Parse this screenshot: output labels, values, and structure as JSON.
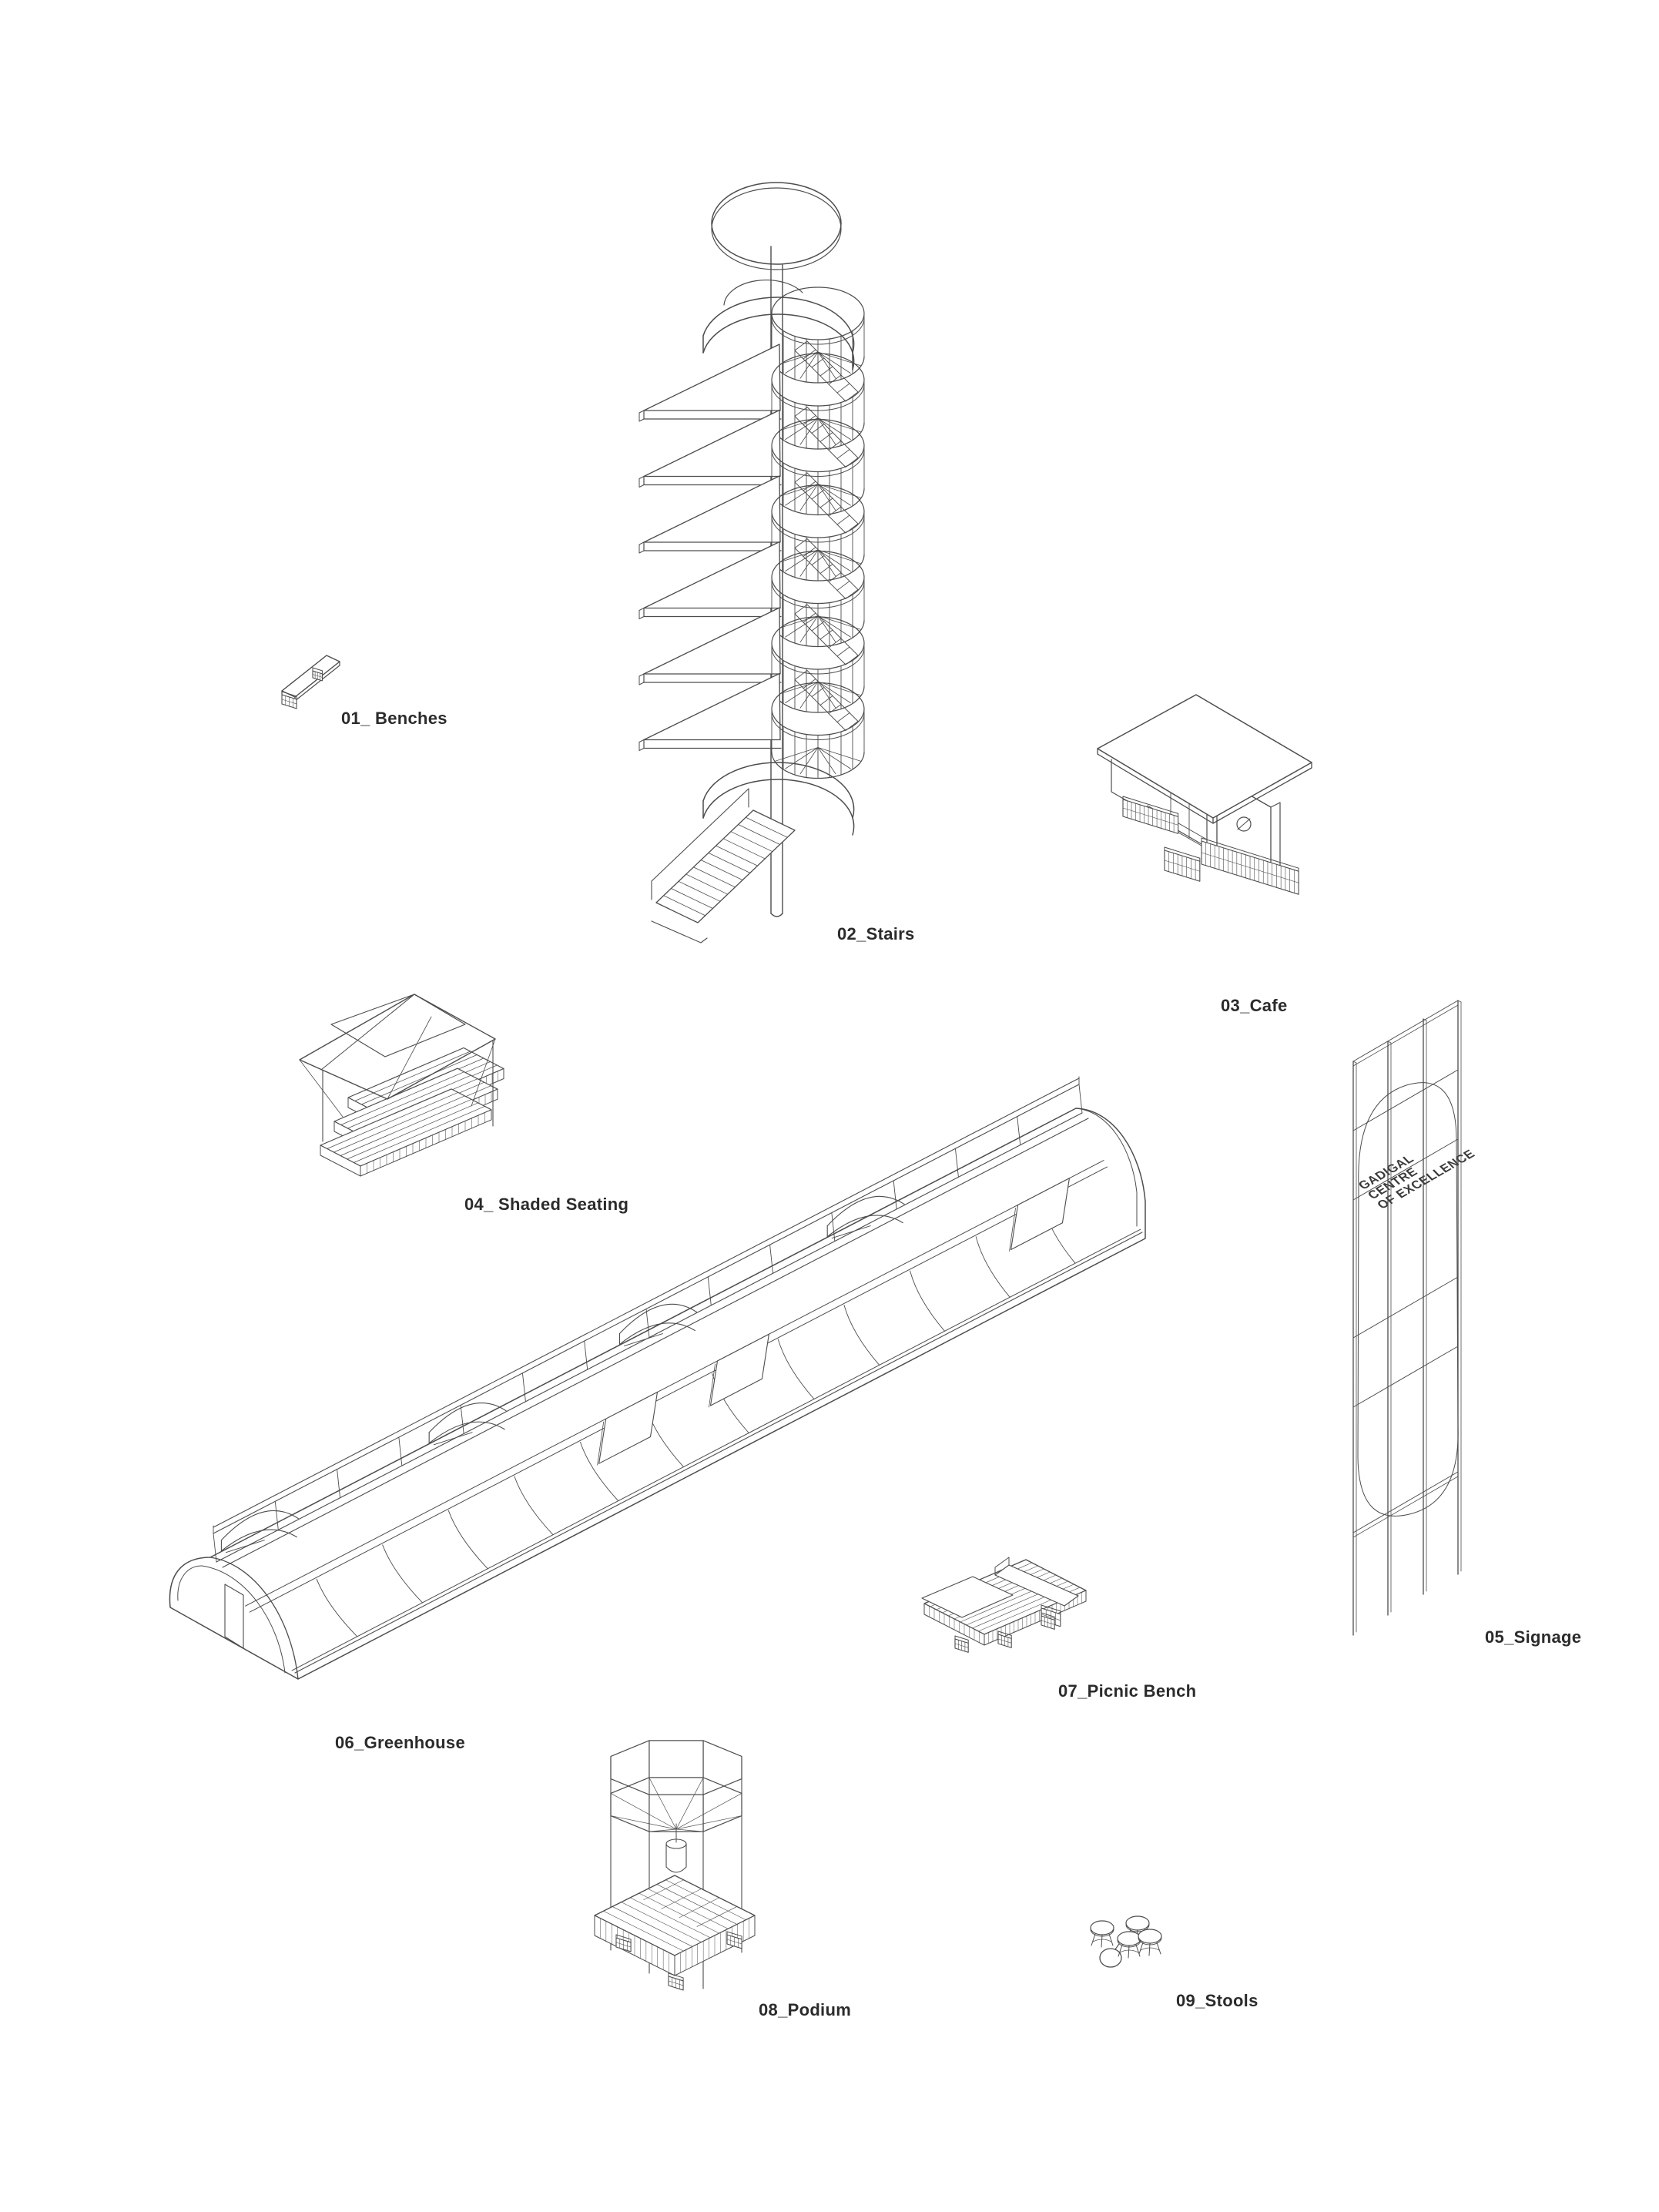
{
  "style": {
    "background": "#ffffff",
    "line_color": "#4d4d4d",
    "label_color": "#2b2b2b",
    "sign_text_color": "#3a3a3a"
  },
  "figures": {
    "benches": {
      "label": "01_ Benches"
    },
    "stairs": {
      "label": "02_Stairs"
    },
    "cafe": {
      "label": "03_Cafe"
    },
    "shaded_seating": {
      "label": "04_ Shaded Seating"
    },
    "signage": {
      "label": "05_Signage",
      "sign_lines": {
        "line1": "GADIGAL",
        "line2": "CENTRE",
        "line3": "OF EXCELLENCE"
      }
    },
    "greenhouse": {
      "label": "06_Greenhouse"
    },
    "picnic_bench": {
      "label": "07_Picnic Bench"
    },
    "podium": {
      "label": "08_Podium"
    },
    "stools": {
      "label": "09_Stools"
    }
  }
}
